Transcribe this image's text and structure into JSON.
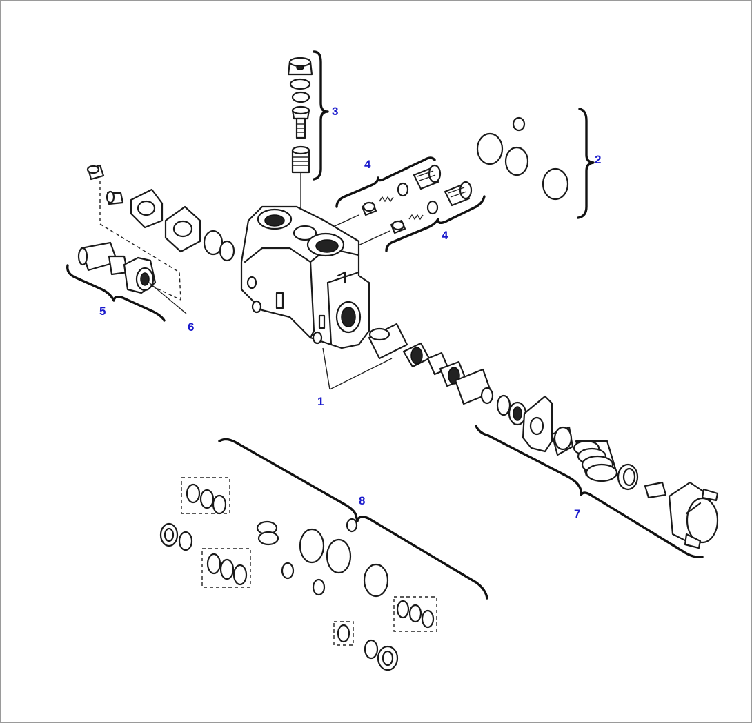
{
  "callouts": [
    {
      "id": "1",
      "label": "1"
    },
    {
      "id": "2",
      "label": "2"
    },
    {
      "id": "3",
      "label": "3"
    },
    {
      "id": "4a",
      "label": "4"
    },
    {
      "id": "4b",
      "label": "4"
    },
    {
      "id": "5",
      "label": "5"
    },
    {
      "id": "6",
      "label": "6"
    },
    {
      "id": "7",
      "label": "7"
    },
    {
      "id": "8",
      "label": "8"
    }
  ],
  "colors": {
    "callout_text": "#1a1acc",
    "line": "#1a1a1a",
    "frame": "#9a9a9a",
    "background": "#ffffff"
  }
}
